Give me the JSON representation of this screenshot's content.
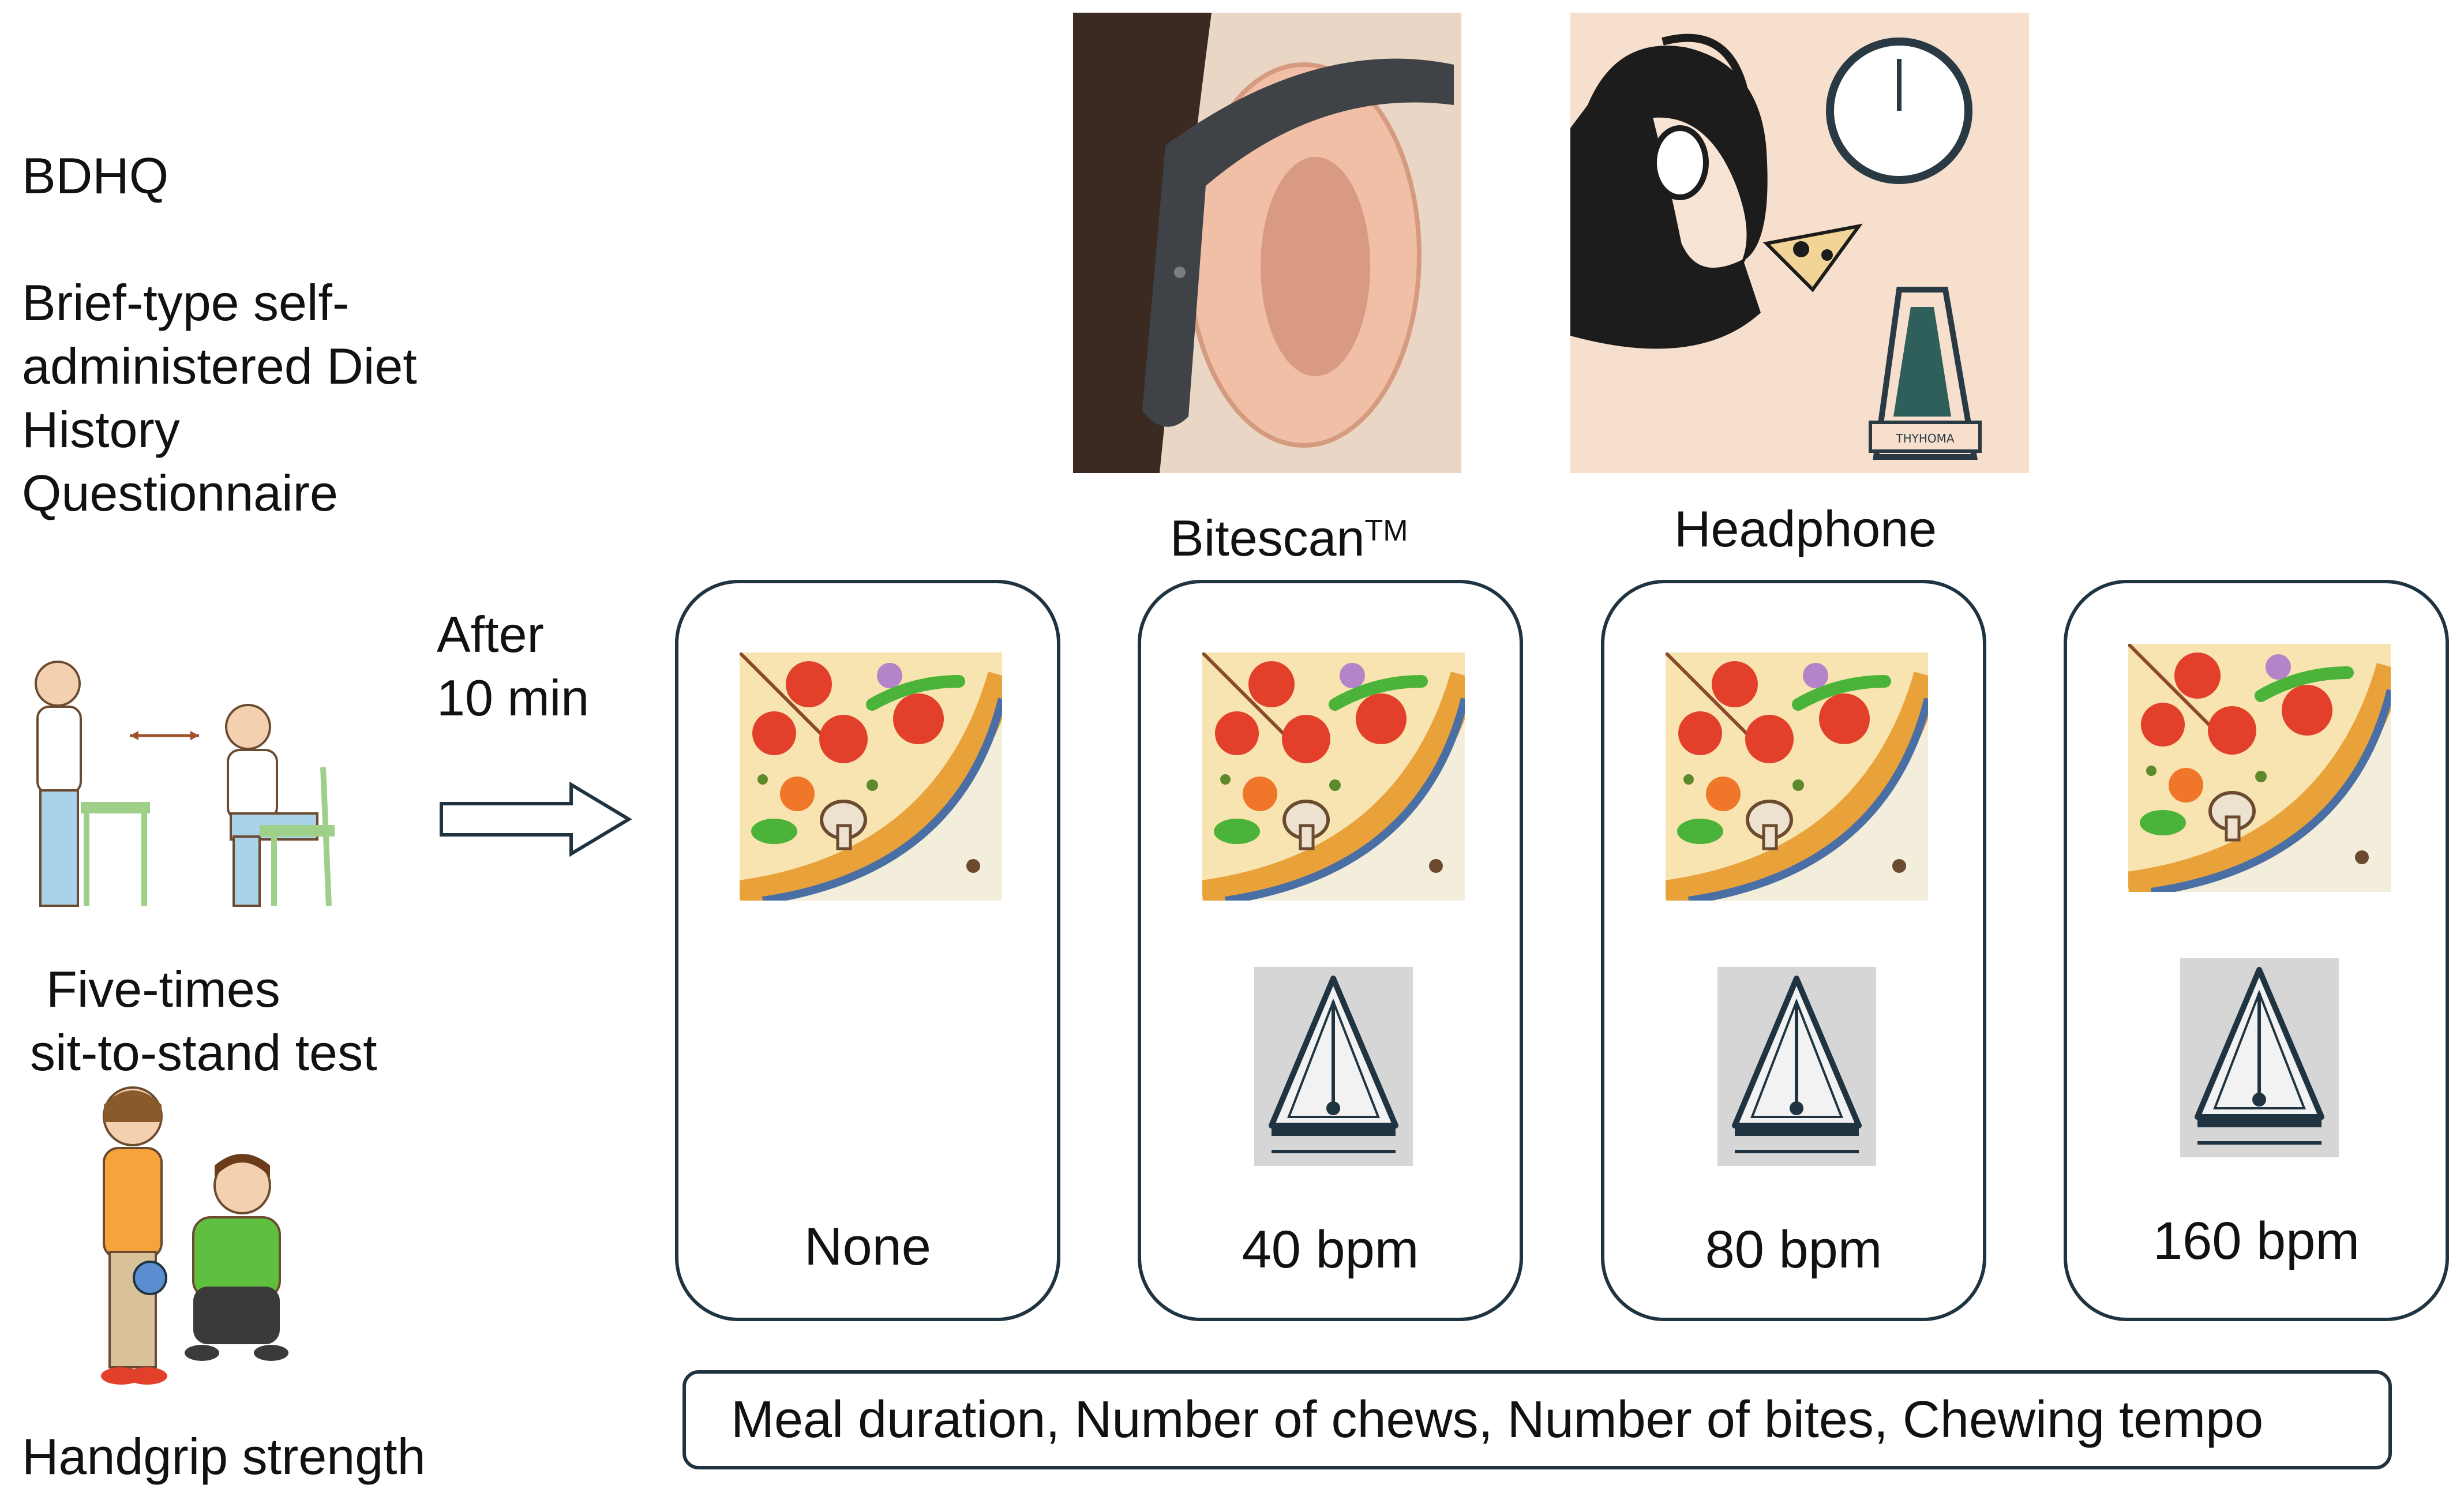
{
  "left_panel": {
    "abbrev": "BDHQ",
    "full_name_lines": [
      "Brief-type self-",
      "administered Diet",
      "History",
      "Questionnaire"
    ],
    "sit_stand_lines": [
      "Five-times",
      "sit-to-stand test"
    ],
    "handgrip": "Handgrip strength"
  },
  "transition": {
    "lines": [
      "After",
      "10 min"
    ]
  },
  "devices": {
    "bitescan_label": "Bitescan",
    "bitescan_tm": "TM",
    "headphone_label": "Headphone",
    "metronome_brand": "THYHOMA"
  },
  "conditions": [
    {
      "label": "None",
      "has_metronome": false
    },
    {
      "label": "40 bpm",
      "has_metronome": true
    },
    {
      "label": "80 bpm",
      "has_metronome": true
    },
    {
      "label": "160 bpm",
      "has_metronome": true
    }
  ],
  "outcomes": "Meal duration, Number of chews, Number of bites, Chewing tempo",
  "colors": {
    "box_border": "#1f3340",
    "pizza_crust": "#e9a23a",
    "tomato": "#e2402a",
    "pepper": "#4bb33a"
  }
}
